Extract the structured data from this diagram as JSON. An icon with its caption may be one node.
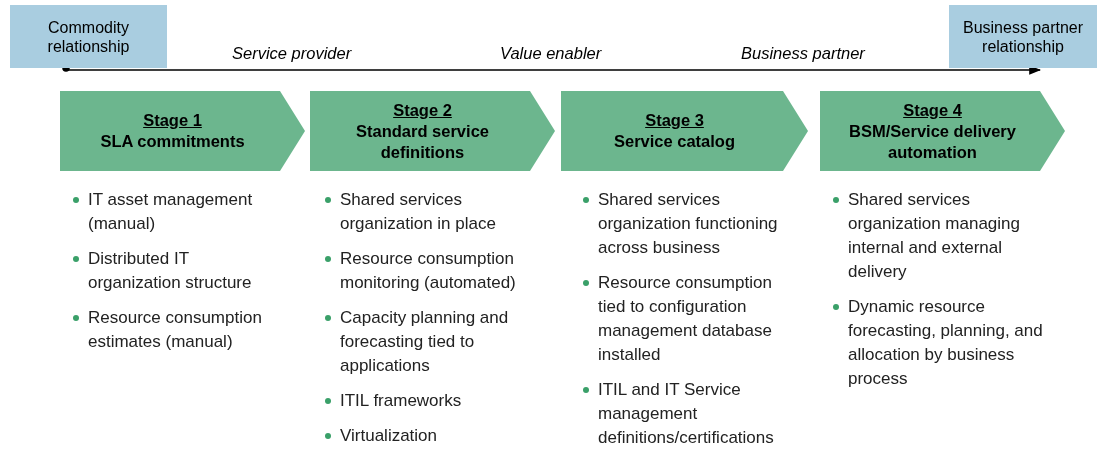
{
  "diagram": {
    "nodes": [
      {
        "text": [
          "Commodity relationship"
        ]
      },
      {
        "text": [
          "Business partner relationship"
        ]
      },
      {
        "text": [
          "Stage 1",
          "SLA commitments"
        ],
        "beside": [
          "IT asset management (manual)",
          "Distributed IT organization structure",
          "Resource consumption estimates (manual)"
        ]
      },
      {
        "text": [
          "Stage 2",
          "Standard service definitions"
        ],
        "beside": [
          "Shared services organization in place",
          "Resource consumption monitoring (automated)",
          "Capacity planning and forecasting tied to applications",
          "ITIL frameworks",
          "Virtualization"
        ]
      },
      {
        "text": [
          "Stage 3",
          "Service catalog"
        ],
        "beside": [
          "Shared services organization functioning across business",
          "Resource consumption tied to configuration management database installed",
          "ITIL and IT Service management definitions/certifications"
        ]
      },
      {
        "text": [
          "Stage 4",
          "BSM/Service delivery automation"
        ],
        "beside": [
          "Shared services organization managing internal and external delivery",
          "Dynamic resource forecasting, planning, and allocation by business process"
        ]
      }
    ],
    "edges": [
      {
        "from": 0,
        "to": 1,
        "arrow": "to"
      }
    ],
    "labels": [
      "Service provider",
      "Value enabler",
      "Business partner"
    ]
  }
}
